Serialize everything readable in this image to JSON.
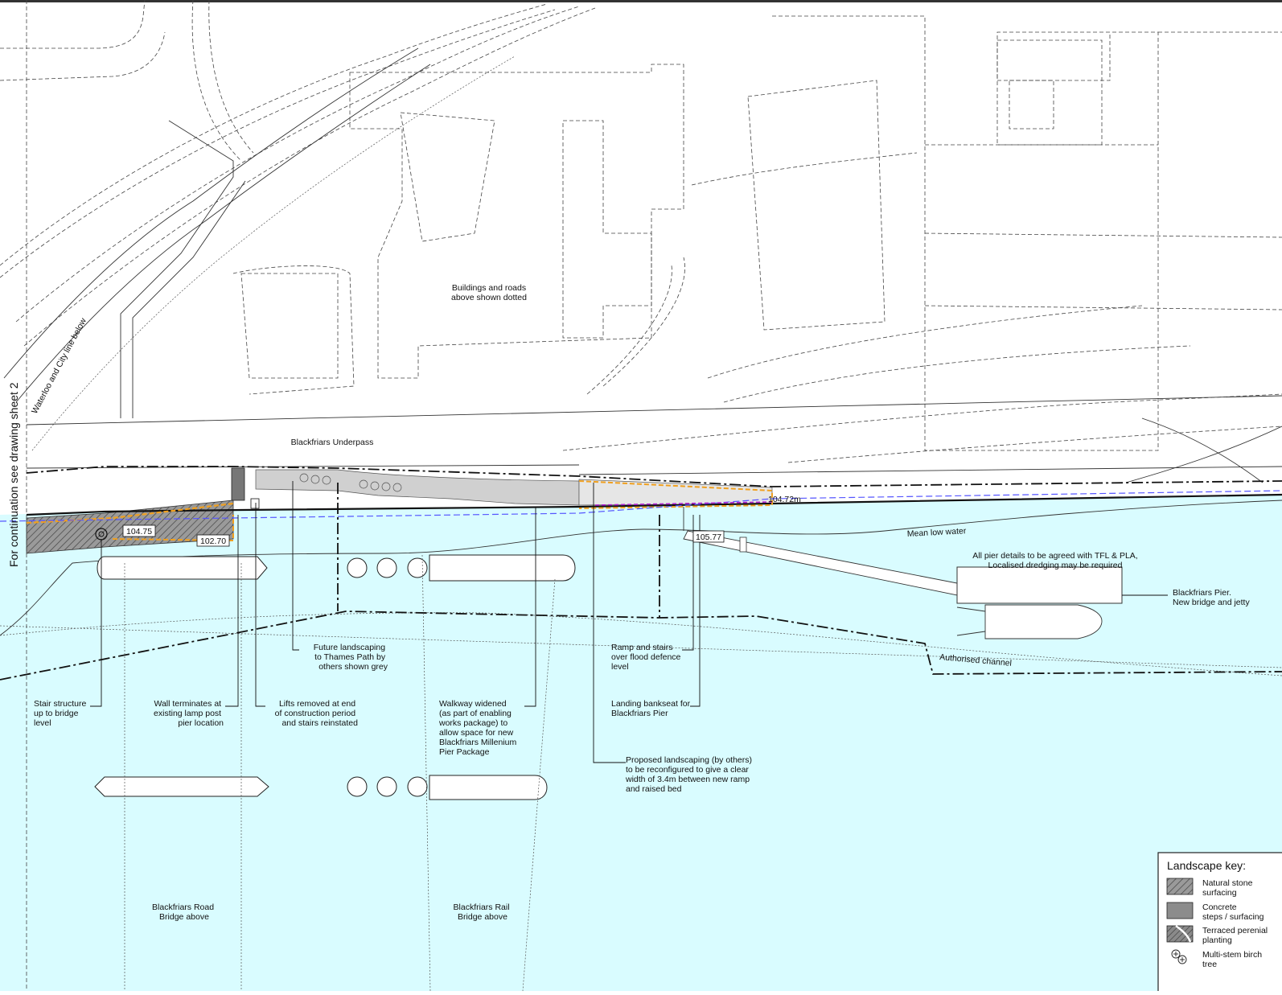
{
  "labels": {
    "buildings_roads_line1": "Buildings and roads",
    "buildings_roads_line2": "above shown dotted",
    "underpass": "Blackfriars Underpass",
    "waterloo_city": "Waterloo and City line below",
    "continuation": "For continuation see drawing sheet 2",
    "mean_low_water": "Mean low water",
    "pier_details_line1": "All pier details to be agreed with TFL & PLA,",
    "pier_details_line2": "Localised dredging may be required",
    "pier_line1": "Blackfriars Pier.",
    "pier_line2": "New bridge and jetty",
    "authorised_channel": "Authorised channel",
    "future_landscaping": [
      "Future landscaping",
      "to Thames Path by",
      "others shown grey"
    ],
    "ramp_stairs": [
      "Ramp and stairs",
      "over flood defence",
      "level"
    ],
    "stair_structure": [
      "Stair structure",
      "up to bridge",
      "level"
    ],
    "wall_terminates": [
      "Wall terminates at",
      "existing lamp post",
      "pier location"
    ],
    "lifts_removed": [
      "Lifts removed at end",
      "of construction period",
      "and stairs reinstated"
    ],
    "walkway_widened": [
      "Walkway widened",
      "(as part of enabling",
      "works package) to",
      "allow space for new",
      "Blackfriars Millenium",
      "Pier Package"
    ],
    "landing_bankseat": [
      "Landing bankseat for",
      "Blackfriars Pier"
    ],
    "proposed_landscaping": [
      "Proposed landscaping (by others)",
      "to be reconfigured to give a clear",
      "width of 3.4m between new ramp",
      "and raised bed"
    ],
    "road_bridge": [
      "Blackfriars Road",
      "Bridge above"
    ],
    "rail_bridge": [
      "Blackfriars Rail",
      "Bridge above"
    ]
  },
  "levels": {
    "level_1": "104.75",
    "level_2": "102.70",
    "level_3": "105.77",
    "level_4": "104.72m"
  },
  "legend": {
    "title": "Landscape key:",
    "items": [
      {
        "label_line1": "Natural stone",
        "label_line2": "surfacing",
        "swatch": "hatch"
      },
      {
        "label_line1": "Concrete",
        "label_line2": "steps / surfacing",
        "swatch": "solid"
      },
      {
        "label_line1": "Terraced perenial",
        "label_line2": "planting",
        "swatch": "curve"
      },
      {
        "label_line1": "Multi-stem birch",
        "label_line2": "tree",
        "swatch": "tree"
      }
    ]
  },
  "colors": {
    "water": "#d9fcff",
    "paper": "#ffffff",
    "ink": "#222222",
    "construction_boundary": "#f0a020",
    "datum_line": "#5555ff",
    "stone_surface": "#888888",
    "landscaping_grey": "#cccccc"
  }
}
